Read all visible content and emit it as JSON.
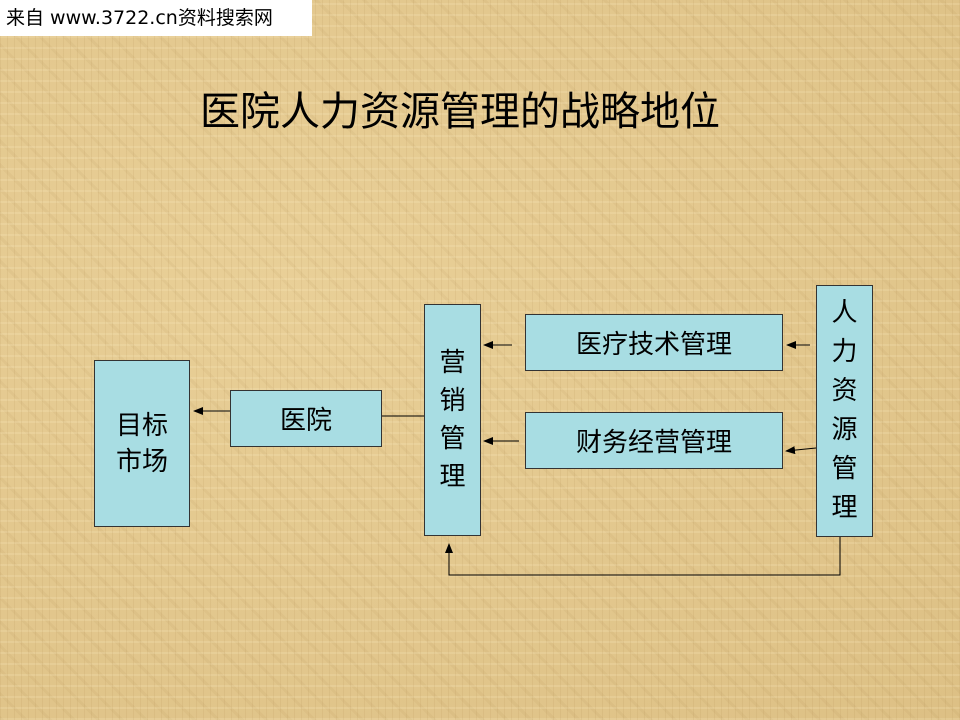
{
  "watermark": "来自 www.3722.cn资料搜索网",
  "title": "医院人力资源管理的战略地位",
  "nodes": {
    "target_market": "目标市场",
    "hospital": "医院",
    "marketing": "营销管理",
    "medical_tech": "医疗技术管理",
    "finance": "财务经营管理",
    "hr": "人力资源管理"
  },
  "colors": {
    "box_fill": "#a8dde3",
    "background": "#e2c88f"
  }
}
